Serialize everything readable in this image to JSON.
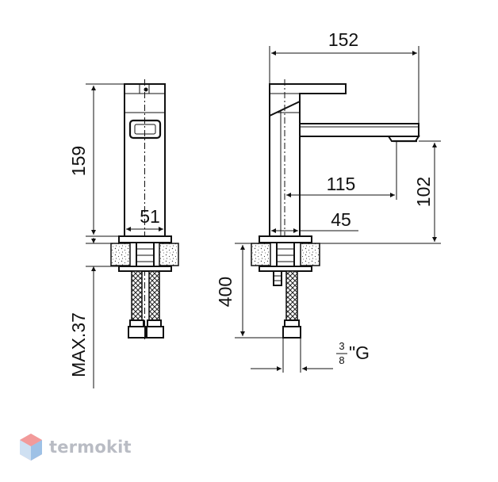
{
  "dimensions": {
    "height_159": "159",
    "width_51": "51",
    "max_37": "MAX.37",
    "length_152": "152",
    "reach_115": "115",
    "height_102": "102",
    "diameter_45": "45",
    "hose_400": "400",
    "thread_num": "3",
    "thread_den": "8",
    "thread_suffix": "\"G"
  },
  "brand": {
    "name": "termokit",
    "color": "#b9bcc4",
    "icon": "hexagon-logo-icon"
  }
}
